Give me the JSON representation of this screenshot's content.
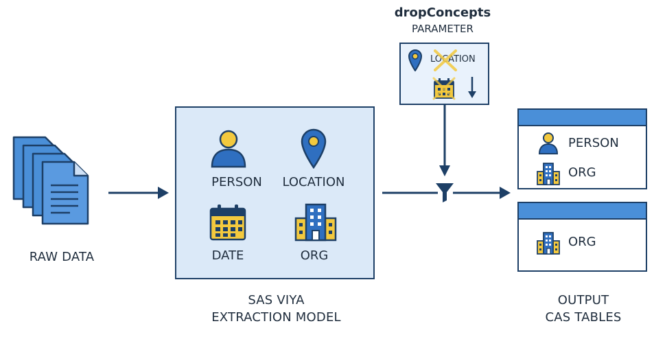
{
  "raw_data": {
    "label": "RAW DATA"
  },
  "model": {
    "concepts": [
      "PERSON",
      "LOCATION",
      "DATE",
      "ORG"
    ],
    "caption_line1": "SAS VIYA",
    "caption_line2": "EXTRACTION MODEL"
  },
  "parameter": {
    "title": "dropConcepts",
    "subtitle": "PARAMETER",
    "dropped_concept": "LOCATION"
  },
  "output": {
    "table1_rows": [
      "PERSON",
      "ORG"
    ],
    "table2_rows": [
      "ORG"
    ],
    "caption_line1": "OUTPUT",
    "caption_line2": "CAS TABLES"
  },
  "colors": {
    "navy": "#1d3f66",
    "blue": "#2f6fc0",
    "light_blue": "#dbe9f8",
    "yellow": "#f3c93e",
    "header_blue": "#4a8fd8"
  },
  "icons": [
    "document-stack-icon",
    "person-icon",
    "location-pin-icon",
    "calendar-icon",
    "building-icon",
    "filter-icon",
    "cross-icon",
    "down-arrow-icon"
  ]
}
